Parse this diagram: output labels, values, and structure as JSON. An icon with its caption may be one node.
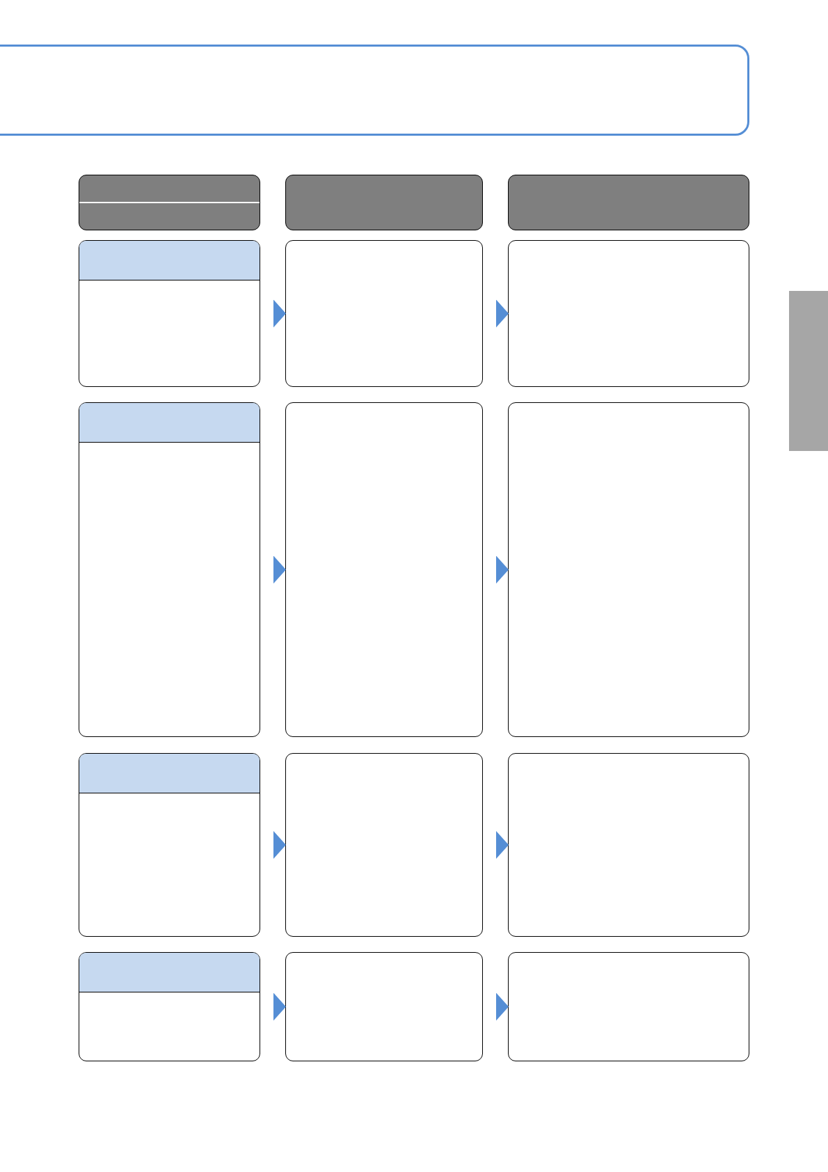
{
  "diagram": {
    "nodes": [
      {
        "text": [],
        "shape": "box"
      },
      {
        "text": [],
        "shape": "box"
      },
      {
        "text": [],
        "shape": "box"
      },
      {
        "text": [],
        "shape": "box"
      },
      {
        "text": [],
        "shape": "box"
      },
      {
        "text": [],
        "shape": "box"
      },
      {
        "text": [],
        "shape": "box"
      },
      {
        "text": [],
        "shape": "box"
      },
      {
        "text": [],
        "shape": "box"
      },
      {
        "text": [],
        "shape": "box"
      },
      {
        "text": [],
        "shape": "box"
      },
      {
        "text": [],
        "shape": "box"
      },
      {
        "text": [],
        "shape": "box"
      },
      {
        "text": [],
        "shape": "box"
      },
      {
        "text": [],
        "shape": "box"
      },
      {
        "text": [],
        "shape": "box"
      },
      {
        "text": [],
        "shape": "bar"
      }
    ],
    "edges": [
      {
        "from": 4,
        "to": 5,
        "arrow": "to"
      },
      {
        "from": 5,
        "to": 6,
        "arrow": "to"
      },
      {
        "from": 7,
        "to": 8,
        "arrow": "to"
      },
      {
        "from": 8,
        "to": 9,
        "arrow": "to"
      },
      {
        "from": 10,
        "to": 11,
        "arrow": "to"
      },
      {
        "from": 11,
        "to": 12,
        "arrow": "to"
      },
      {
        "from": 13,
        "to": 14,
        "arrow": "to"
      },
      {
        "from": 14,
        "to": 15,
        "arrow": "to"
      }
    ]
  }
}
